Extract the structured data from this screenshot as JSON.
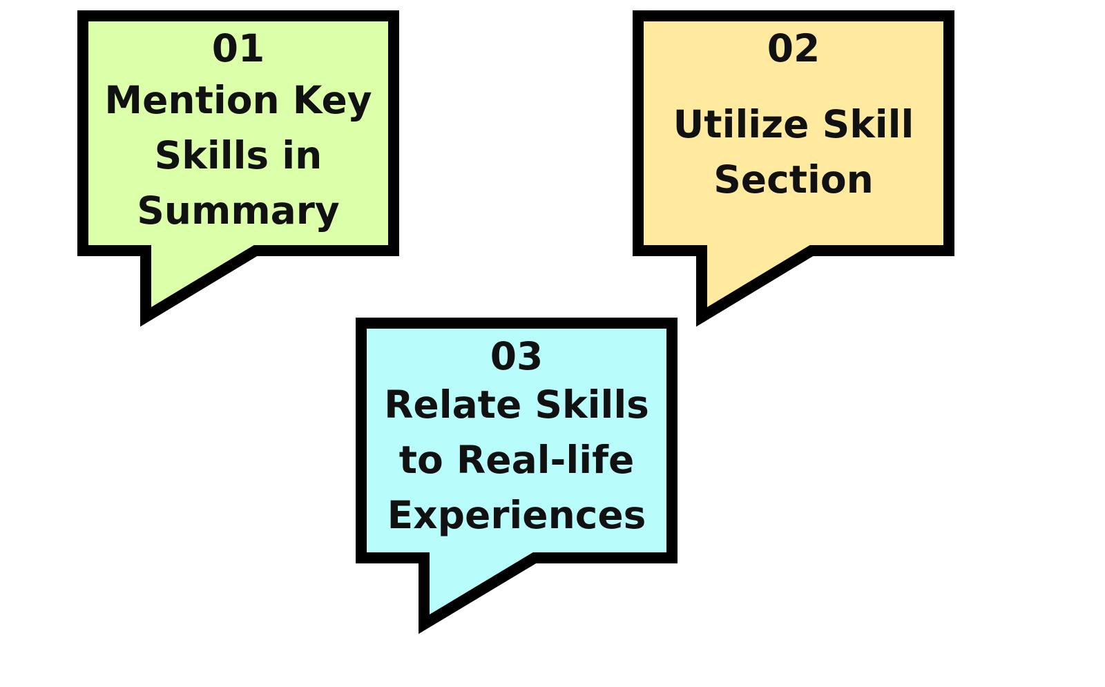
{
  "bubbles": [
    {
      "number": "01",
      "lines": [
        "Mention Key",
        "Skills in",
        "Summary"
      ],
      "fill": "#dcffaa"
    },
    {
      "number": "02",
      "lines": [
        "Utilize Skill",
        "Section"
      ],
      "fill": "#ffeaa0"
    },
    {
      "number": "03",
      "lines": [
        "Relate Skills",
        "to Real-life",
        "Experiences"
      ],
      "fill": "#b8fcfc"
    }
  ],
  "colors": {
    "stroke": "#000000",
    "text": "#111111",
    "background": "#ffffff"
  }
}
